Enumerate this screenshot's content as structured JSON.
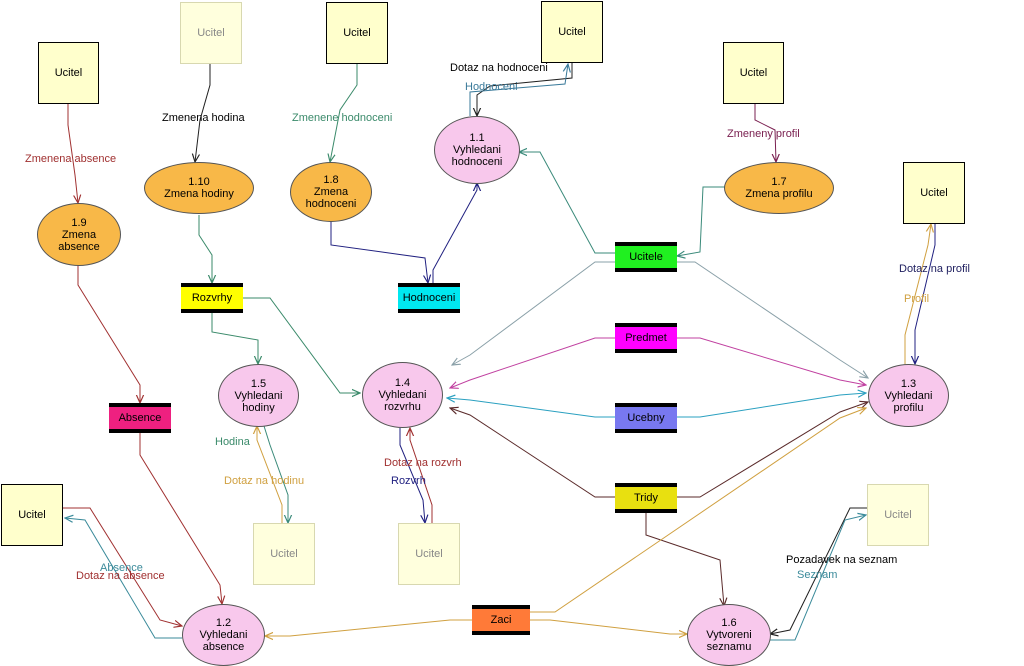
{
  "colors": {
    "box_fill": "#ffffcc",
    "orange": "#f8b848",
    "pink": "#f8c8ec",
    "store_rozvrhy": "#ffff00",
    "store_hodnoceni": "#00e8f0",
    "store_ucitele": "#20f020",
    "store_predmet": "#ff00ff",
    "store_ucebny": "#7878f0",
    "store_tridy": "#e8e010",
    "store_absence": "#ee2080",
    "store_zaci": "#ff7a38"
  },
  "entities": {
    "e1": "Ucitel",
    "e2": "Ucitel",
    "e3": "Ucitel",
    "e4": "Ucitel",
    "e5": "Ucitel",
    "e6": "Ucitel",
    "e7": "Ucitel",
    "e8": "Ucitel",
    "e9": "Ucitel",
    "e10": "Ucitel"
  },
  "processes": {
    "p1_1": {
      "num": "1.1",
      "line1": "Vyhledani",
      "line2": "hodnoceni"
    },
    "p1_2": {
      "num": "1.2",
      "line1": "Vyhledani",
      "line2": "absence"
    },
    "p1_3": {
      "num": "1.3",
      "line1": "Vyhledani",
      "line2": "profilu"
    },
    "p1_4": {
      "num": "1.4",
      "line1": "Vyhledani",
      "line2": "rozvrhu"
    },
    "p1_5": {
      "num": "1.5",
      "line1": "Vyhledani",
      "line2": "hodiny"
    },
    "p1_6": {
      "num": "1.6",
      "line1": "Vytvoreni",
      "line2": "seznamu"
    },
    "p1_7": {
      "num": "1.7",
      "line1": "Zmena profilu",
      "line2": ""
    },
    "p1_8": {
      "num": "1.8",
      "line1": "Zmena",
      "line2": "hodnoceni"
    },
    "p1_9": {
      "num": "1.9",
      "line1": "Zmena",
      "line2": "absence"
    },
    "p1_10": {
      "num": "1.10",
      "line1": "Zmena hodiny",
      "line2": ""
    }
  },
  "stores": {
    "rozvrhy": "Rozvrhy",
    "hodnoceni": "Hodnoceni",
    "ucitele": "Ucitele",
    "predmet": "Predmet",
    "ucebny": "Ucebny",
    "tridy": "Tridy",
    "absence": "Absence",
    "zaci": "Zaci"
  },
  "flows": {
    "zmenena_absence": "Zmenena absence",
    "zmenena_hodina": "Zmenena hodina",
    "zmenene_hodnoceni": "Zmenene hodnoceni",
    "dotaz_na_hodnoceni": "Dotaz na hodnoceni",
    "hodnoceni": "Hodnoceni",
    "zmeneny_profil": "Zmeneny profil",
    "dotaz_na_profil": "Dotaz na profil",
    "profil": "Profil",
    "hodina": "Hodina",
    "dotaz_na_hodinu": "Dotaz na hodinu",
    "dotaz_na_rozvrh": "Dotaz na rozvrh",
    "rozvrh": "Rozvrh",
    "absence": "Absence",
    "dotaz_na_absence": "Dotaz na absence",
    "pozadavek_na_seznam": "Pozadavek na seznam",
    "seznam": "Seznam"
  }
}
